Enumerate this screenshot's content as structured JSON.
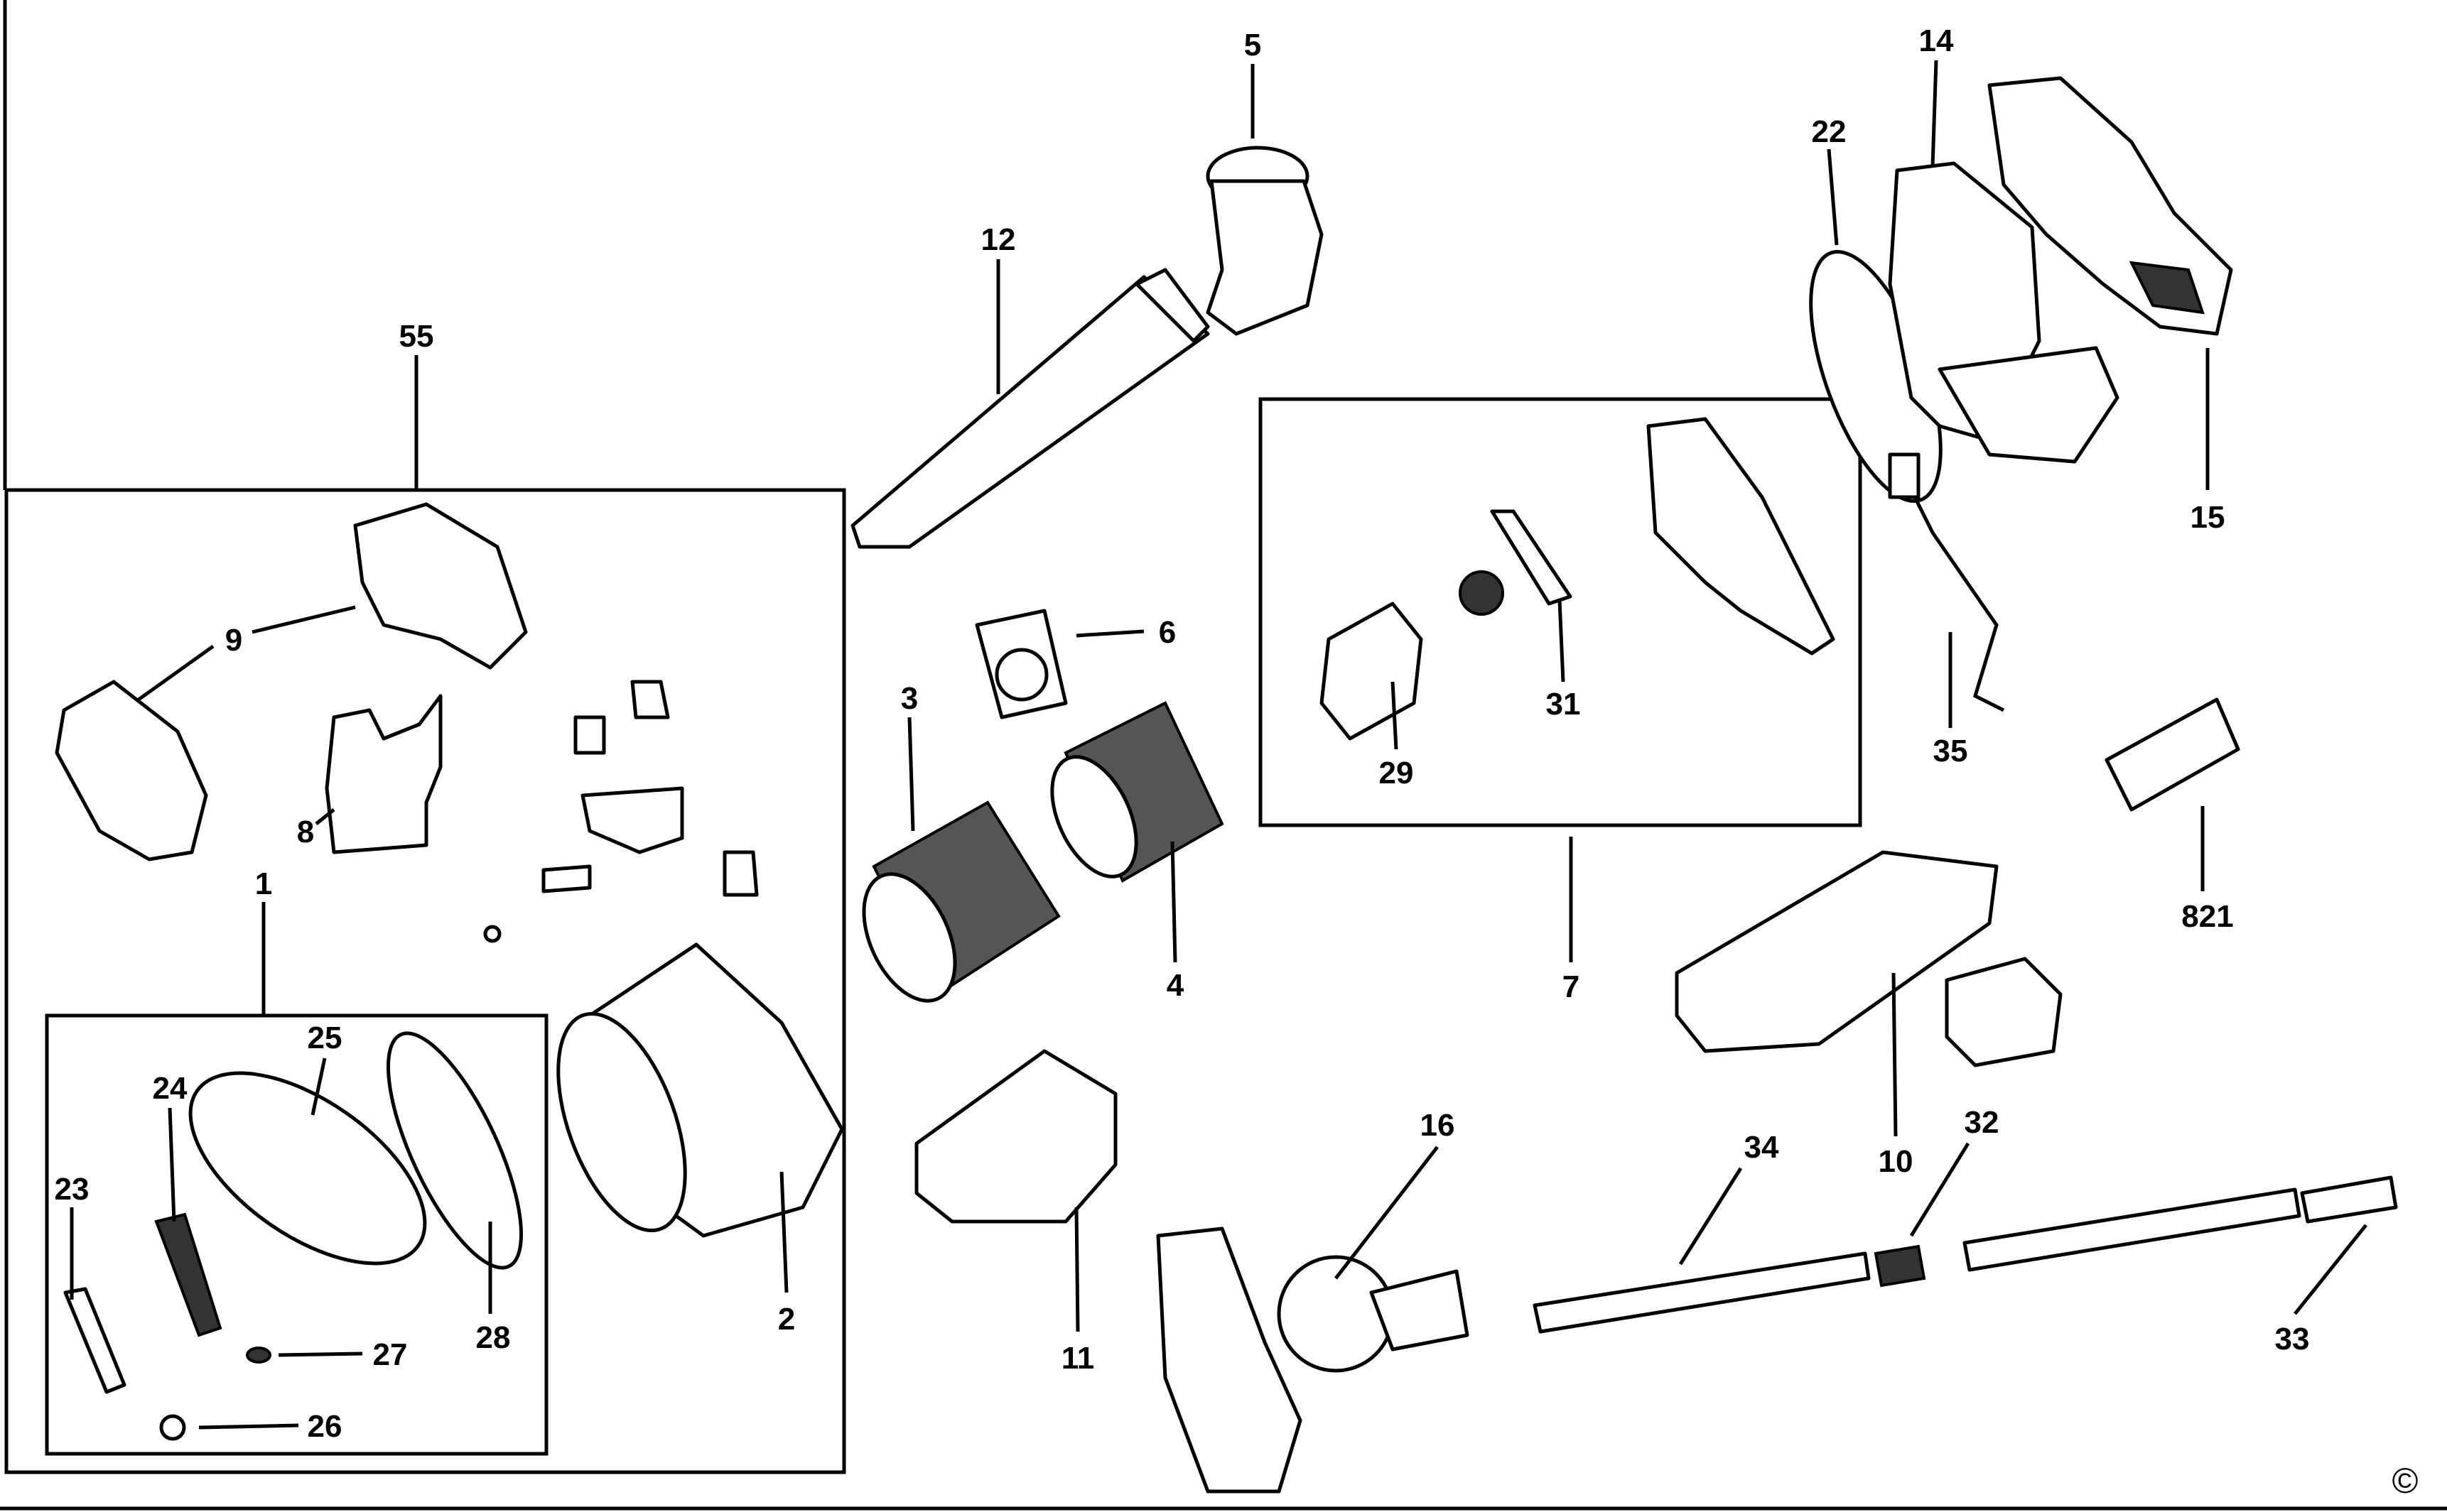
{
  "diagram": {
    "parts": [
      "5",
      "14",
      "22",
      "12",
      "55",
      "15",
      "9",
      "6",
      "3",
      "31",
      "29",
      "35",
      "8",
      "1",
      "821",
      "4",
      "7",
      "25",
      "24",
      "16",
      "32",
      "34",
      "10",
      "23",
      "2",
      "28",
      "33",
      "27",
      "11",
      "26"
    ],
    "copyright": "©"
  }
}
